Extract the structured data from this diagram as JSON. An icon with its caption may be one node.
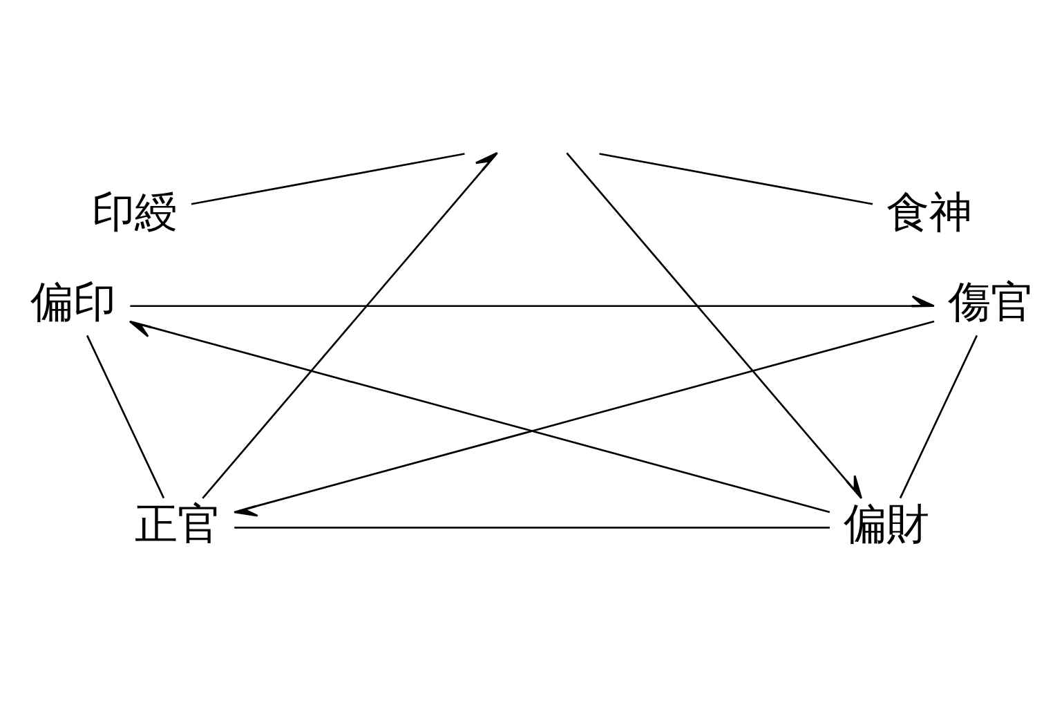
{
  "diagram": {
    "nodes": [
      {
        "text": [
          "印綬"
        ]
      },
      {
        "text": [
          "食神"
        ]
      },
      {
        "text": [
          "偏印"
        ]
      },
      {
        "text": [
          "傷官"
        ]
      },
      {
        "text": [
          "正官"
        ]
      },
      {
        "text": [
          "偏財"
        ]
      }
    ],
    "edges": [
      {
        "from": 0,
        "to": null,
        "arrow": "none"
      },
      {
        "from": null,
        "to": 1,
        "arrow": "none"
      },
      {
        "from": 3,
        "to": 5,
        "arrow": "none"
      },
      {
        "from": 5,
        "to": 4,
        "arrow": "none"
      },
      {
        "from": 4,
        "to": 2,
        "arrow": "none"
      },
      {
        "from": 2,
        "to": 3,
        "arrow": "to"
      },
      {
        "from": 4,
        "to": null,
        "arrow": "to"
      },
      {
        "from": null,
        "to": 5,
        "arrow": "to"
      },
      {
        "from": 3,
        "to": 4,
        "arrow": "to"
      },
      {
        "from": 5,
        "to": 2,
        "arrow": "to"
      }
    ]
  }
}
